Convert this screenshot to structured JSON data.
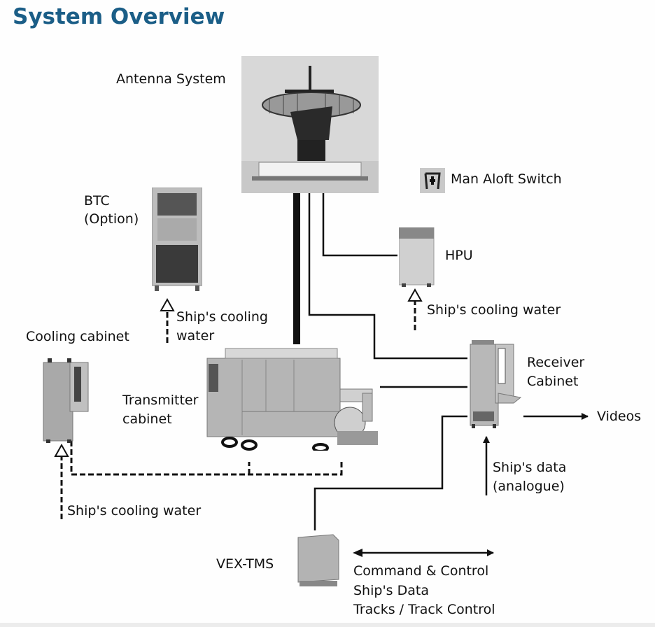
{
  "title": "System Overview",
  "components": {
    "antenna": {
      "label": "Antenna System"
    },
    "man_aloft": {
      "label": "Man Aloft Switch"
    },
    "btc": {
      "label_line1": "BTC",
      "label_line2": "(Option)"
    },
    "hpu": {
      "label": "HPU"
    },
    "cooling_cabinet": {
      "label": "Cooling cabinet"
    },
    "transmitter": {
      "label_line1": "Transmitter",
      "label_line2": "cabinet"
    },
    "receiver": {
      "label_line1": "Receiver",
      "label_line2": "Cabinet"
    },
    "vex_tms": {
      "label": "VEX-TMS"
    }
  },
  "flows": {
    "btc_cooling": {
      "line1": "Ship's cooling",
      "line2": "water"
    },
    "hpu_cooling": {
      "label": "Ship's cooling water"
    },
    "cabinet_cooling": {
      "label": "Ship's cooling water"
    },
    "videos": {
      "label": "Videos"
    },
    "ships_data": {
      "line1": "Ship's data",
      "line2": "(analogue)"
    },
    "vex_io": {
      "line1": "Command & Control",
      "line2": "Ship's Data",
      "line3": "Tracks / Track Control"
    }
  },
  "colors": {
    "title": "#1b5e87",
    "line": "#111111",
    "equipment": "#b9b9b9"
  }
}
